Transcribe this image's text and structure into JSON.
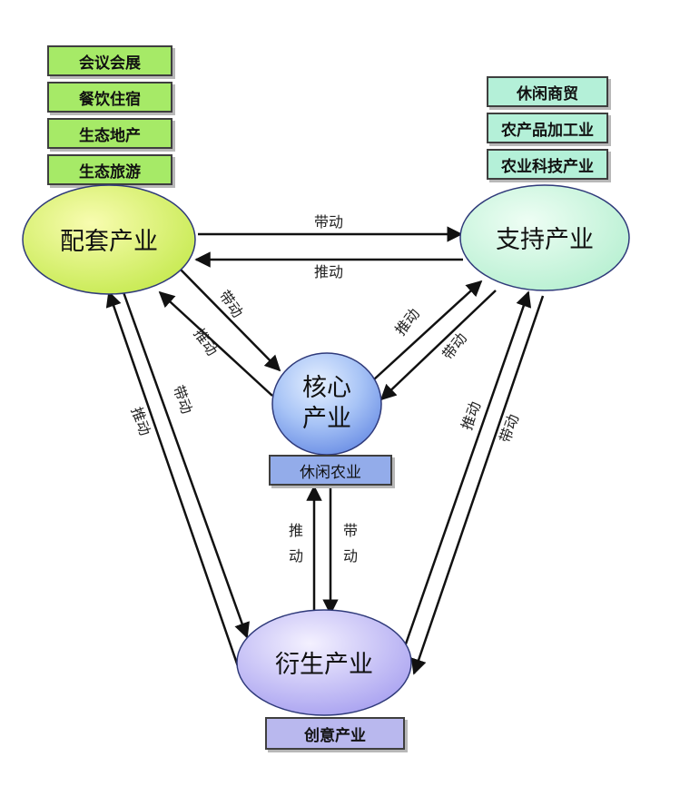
{
  "nodes": {
    "supporting_left": "配套产业",
    "supporting_right": "支持产业",
    "core_line1": "核心",
    "core_line2": "产业",
    "derived": "衍生产业"
  },
  "left_tags": [
    "会议会展",
    "餐饮住宿",
    "生态地产",
    "生态旅游"
  ],
  "right_tags": [
    "休闲商贸",
    "农产品加工业",
    "农业科技产业"
  ],
  "core_tag": "休闲农业",
  "derived_tag": "创意产业",
  "arrow_labels": {
    "drive": "带动",
    "push": "推动",
    "drive_char1": "带",
    "drive_char2": "动",
    "push_char1": "推",
    "push_char2": "动"
  }
}
